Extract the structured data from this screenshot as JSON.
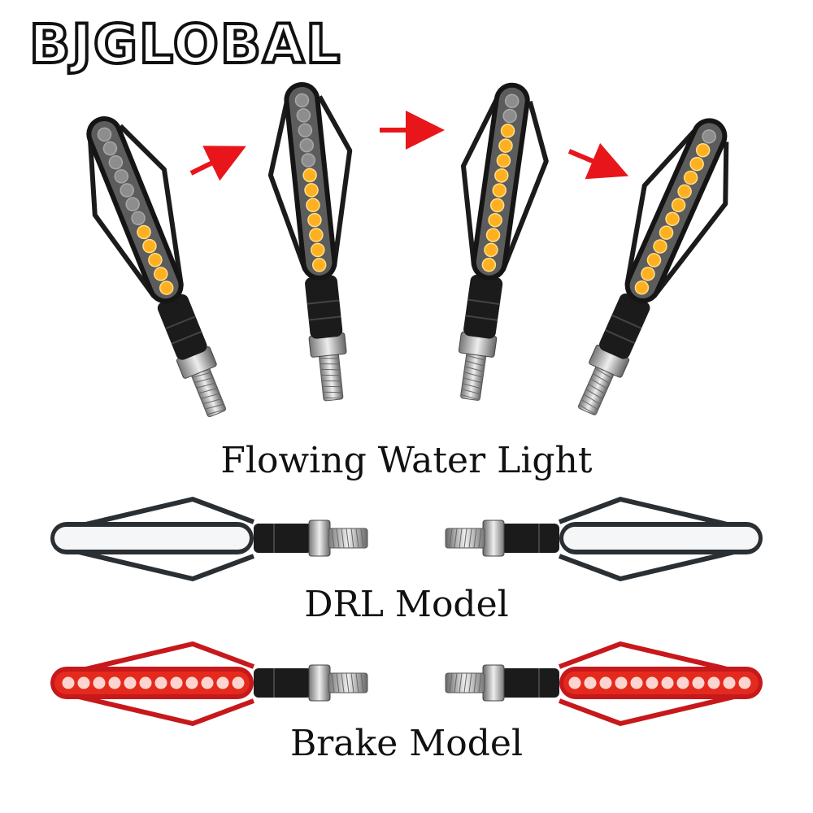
{
  "brand": {
    "text": "BJGLOBAL"
  },
  "captions": {
    "flowing": "Flowing Water Light",
    "drl": "DRL Model",
    "brake": "Brake Model"
  },
  "colors": {
    "amber": "#ffb020",
    "drl_white": "#f4f6f8",
    "brake_red": "#e42a1e",
    "arrow_red": "#e8161b",
    "housing": "#1b1b1b"
  },
  "flow_sequence": [
    {
      "lit_leds": 5
    },
    {
      "lit_leds": 7
    },
    {
      "lit_leds": 10
    },
    {
      "lit_leds": 11
    }
  ]
}
